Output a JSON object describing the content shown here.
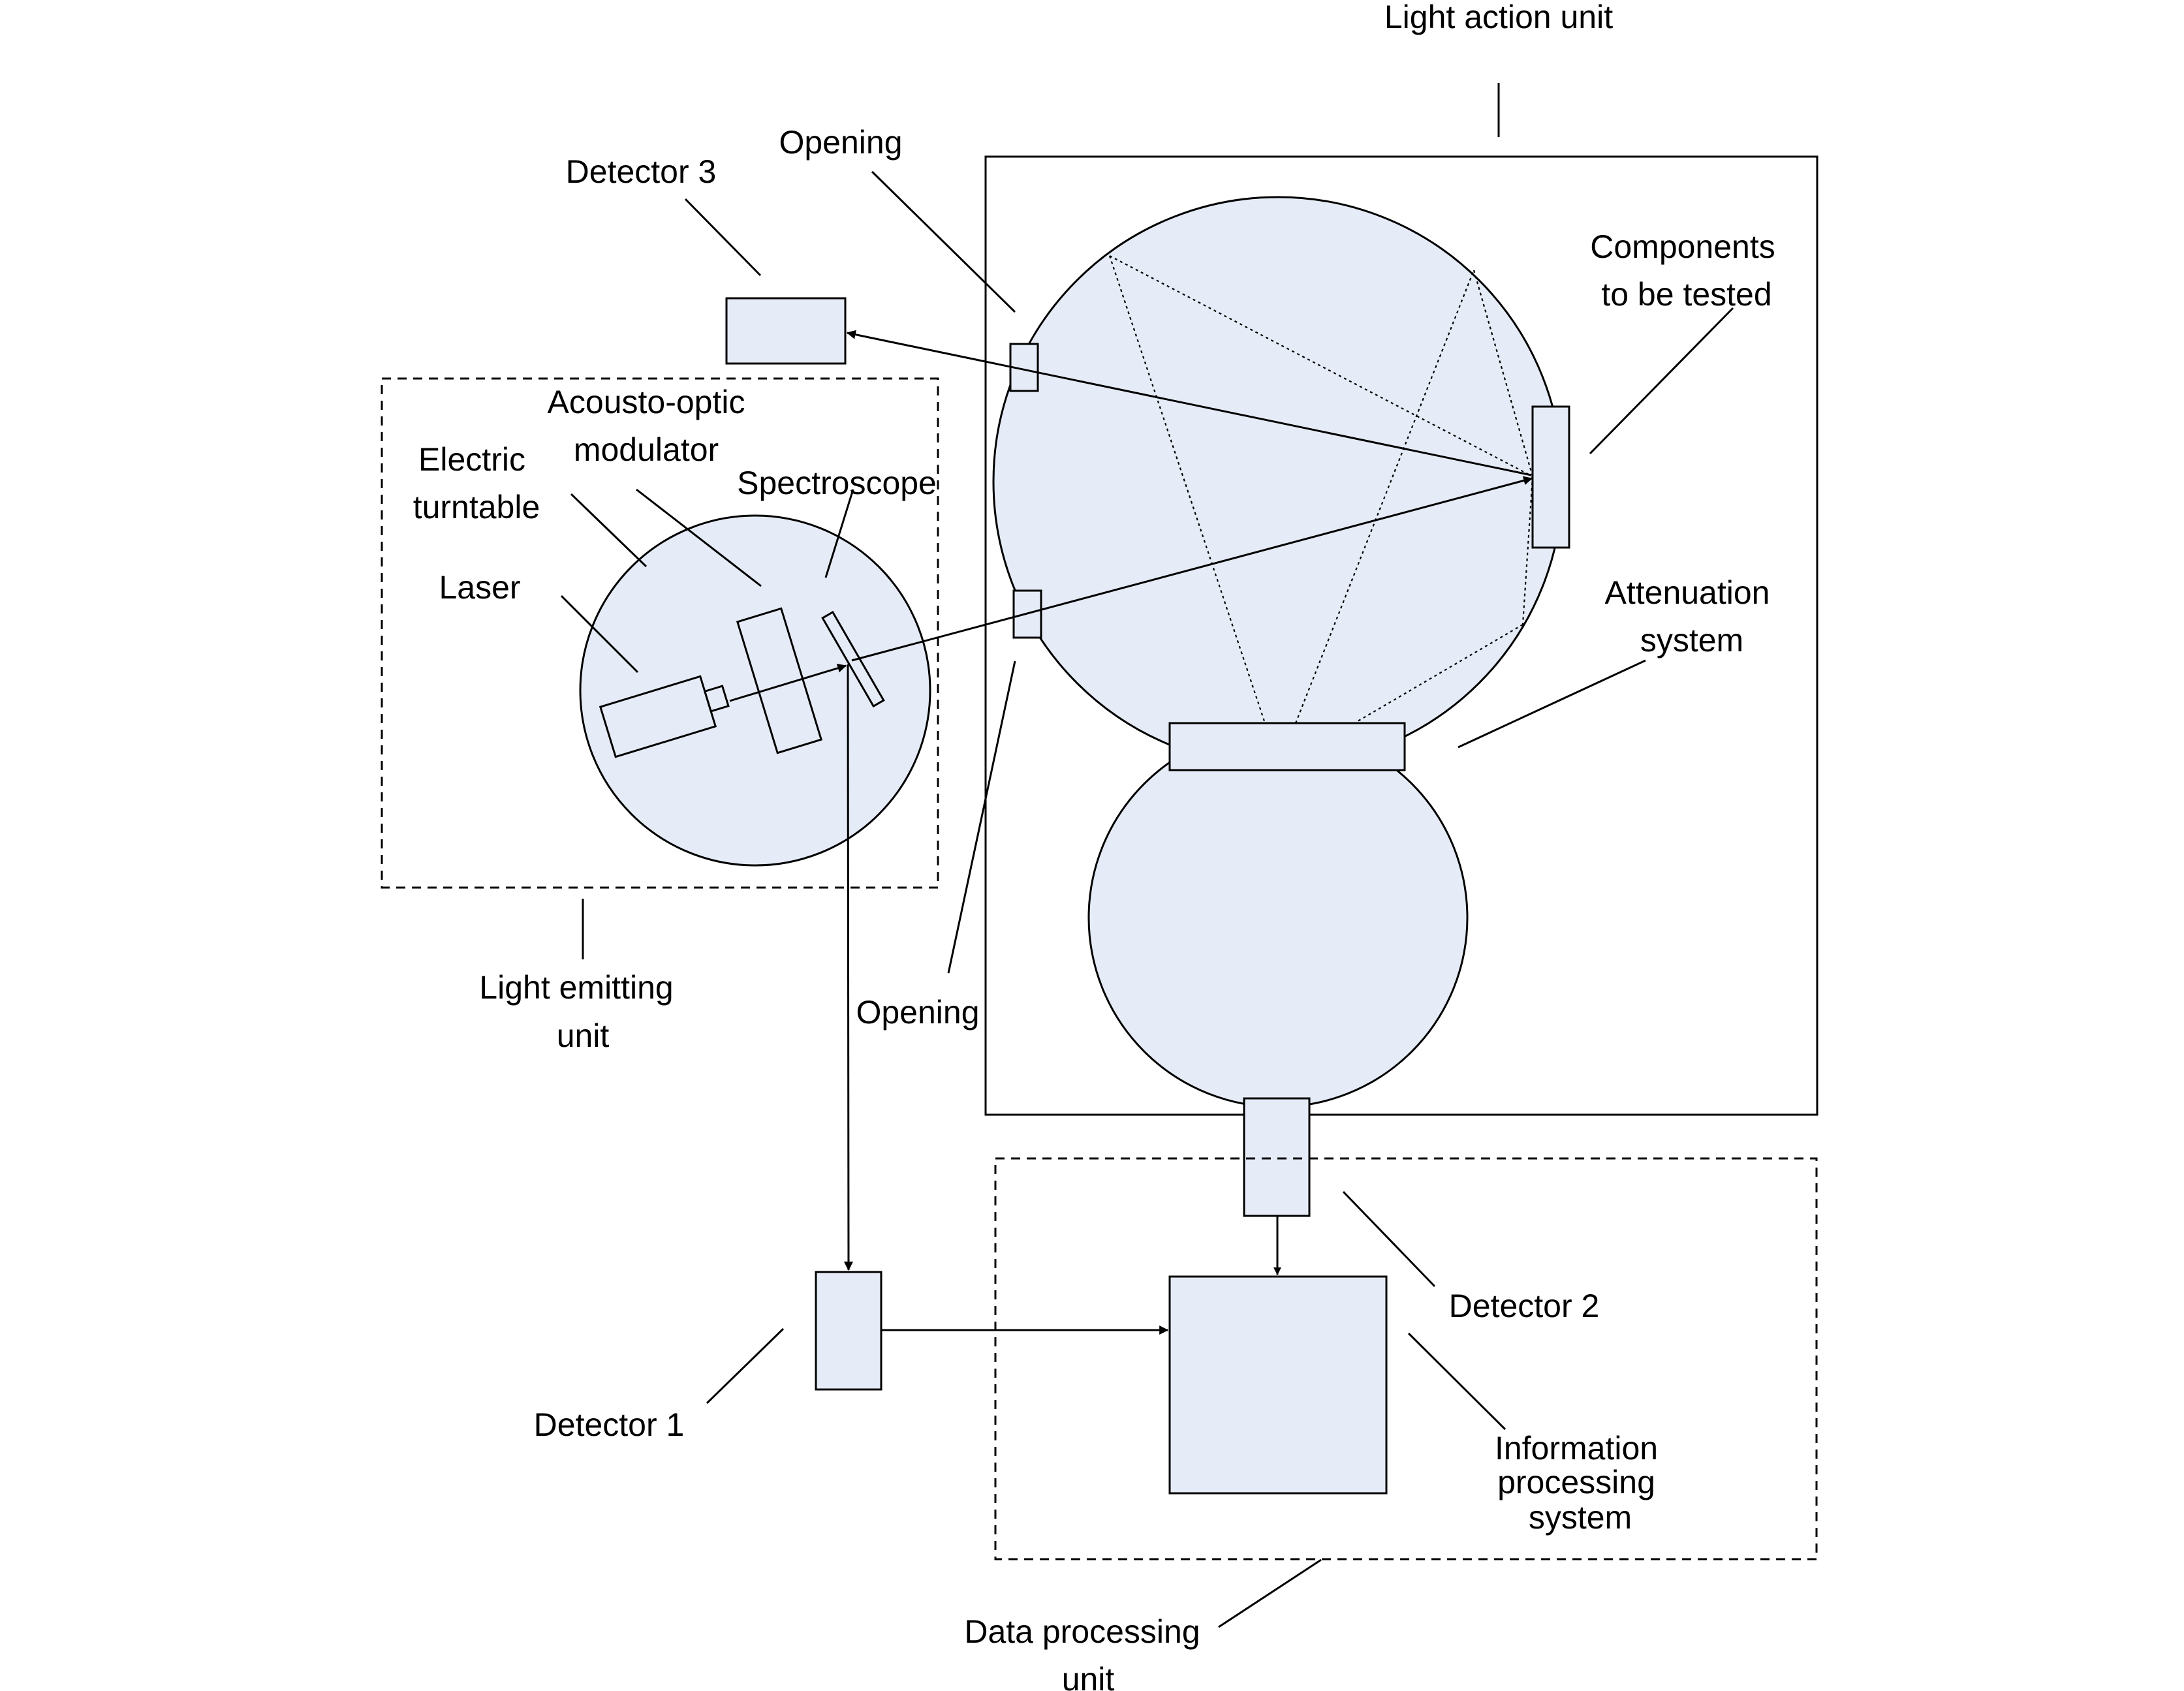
{
  "colors": {
    "component_fill": "#e6ecf7",
    "stroke": "#000000",
    "background": "#ffffff"
  },
  "labels": {
    "light_action_unit": "Light action unit",
    "opening_top": "Opening",
    "detector_3": "Detector 3",
    "components_line1": "Components",
    "components_line2": "to be tested",
    "acousto_line1": "Acousto-optic",
    "acousto_line2": "modulator",
    "electric_line1": "Electric",
    "electric_line2": "turntable",
    "spectroscope": "Spectroscope",
    "laser": "Laser",
    "attenuation_line1": "Attenuation",
    "attenuation_line2": "system",
    "light_emitting_line1": "Light emitting",
    "light_emitting_line2": "unit",
    "opening_bottom": "Opening",
    "detector_2": "Detector 2",
    "detector_1": "Detector 1",
    "info_line1": "Information",
    "info_line2": "processing",
    "info_line3": "system",
    "data_processing_line1": "Data processing",
    "data_processing_line2": "unit"
  }
}
